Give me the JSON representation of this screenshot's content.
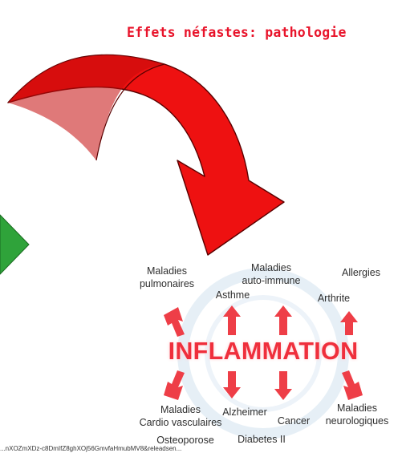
{
  "slide": {
    "title": "Effets néfastes: pathologie",
    "caption": "...nXOZmXDz-c8DmIfZ8ghXOj56GmvfaHmubMV8&releadsen..."
  },
  "diagram": {
    "center": "INFLAMMATION",
    "top_labels": [
      "Maladies\npulmonaires",
      "Maladies\nauto-immune",
      "Allergies",
      "Asthme",
      "Arthrite"
    ],
    "bottom_labels": [
      "Maladies\nCardio vasculaires",
      "Alzheimer",
      "Cancer",
      "Maladies\nneurologiques",
      "Osteoporose",
      "Diabetes II"
    ]
  },
  "colors": {
    "title": "#e8132a",
    "big_arrow_red": "#ee1111",
    "big_arrow_dark": "#c40b0b",
    "green_arrow": "#2fa33a",
    "inflammation_text": "#ef2f3c",
    "small_arrow": "#ee3e47"
  }
}
